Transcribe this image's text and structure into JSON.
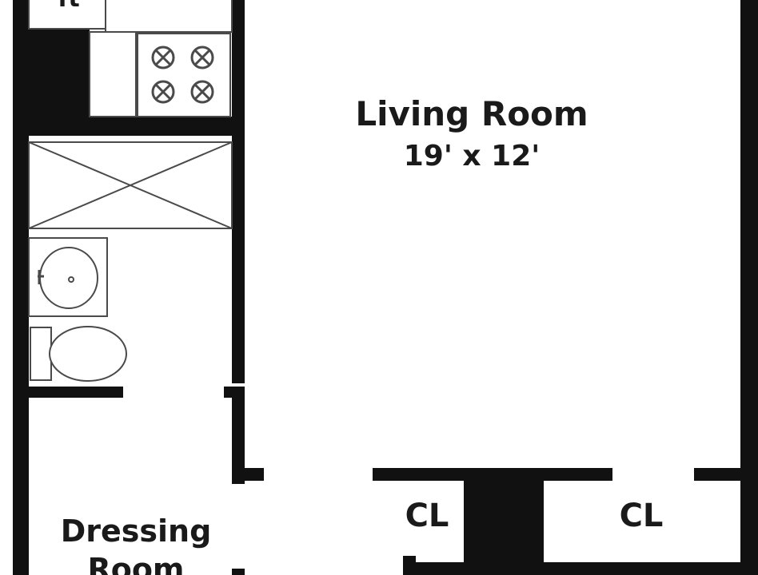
{
  "plan": {
    "living_room": {
      "name": "Living Room",
      "dimensions": "19' x 12'"
    },
    "closet_left": {
      "name": "CL"
    },
    "closet_right": {
      "name": "CL"
    },
    "dressing_room": {
      "name_line1": "Dressing",
      "name_line2": "Room"
    },
    "top_left_fragment": "ft"
  },
  "colors": {
    "wall": "#111111",
    "fixture_stroke": "#4a4a4a",
    "fixture_fill": "#ffffff",
    "background": "#ffffff"
  }
}
